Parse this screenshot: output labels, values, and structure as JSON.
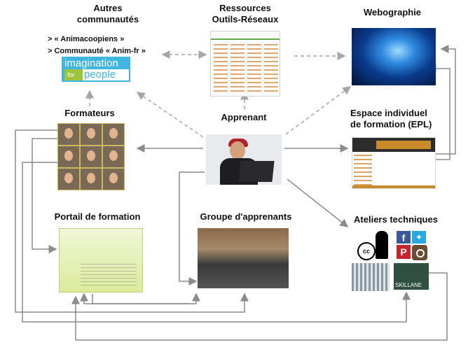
{
  "nodes": {
    "autres": {
      "title_line1": "Autres",
      "title_line2": "communautés",
      "items": [
        "> « Animacoopiens »",
        "> Communauté « Anim-fr »"
      ]
    },
    "logo": {
      "word1": "imagination",
      "word2": "for",
      "word3": "people"
    },
    "ressources": {
      "title_line1": "Ressources",
      "title_line2": "Outils-Réseaux"
    },
    "webographie": {
      "title": "Webographie"
    },
    "formateurs": {
      "title": "Formateurs"
    },
    "apprenant": {
      "title": "Apprenant"
    },
    "epl": {
      "title_line1": "Espace individuel",
      "title_line2": "de formation (EPL)"
    },
    "portail": {
      "title": "Portail de formation"
    },
    "groupe": {
      "title": "Groupe d'apprenants"
    },
    "ateliers": {
      "title": "Ateliers techniques",
      "icons": [
        "creative-commons",
        "facebook",
        "twitter",
        "pinterest",
        "instagram",
        "tag-cloud",
        "skillshare"
      ]
    }
  },
  "colors": {
    "arrow_solid": "#8c8c8c",
    "arrow_dashed": "#a6a6a6",
    "logo_blue": "#3fb6e0",
    "logo_green": "#9dc43a"
  }
}
